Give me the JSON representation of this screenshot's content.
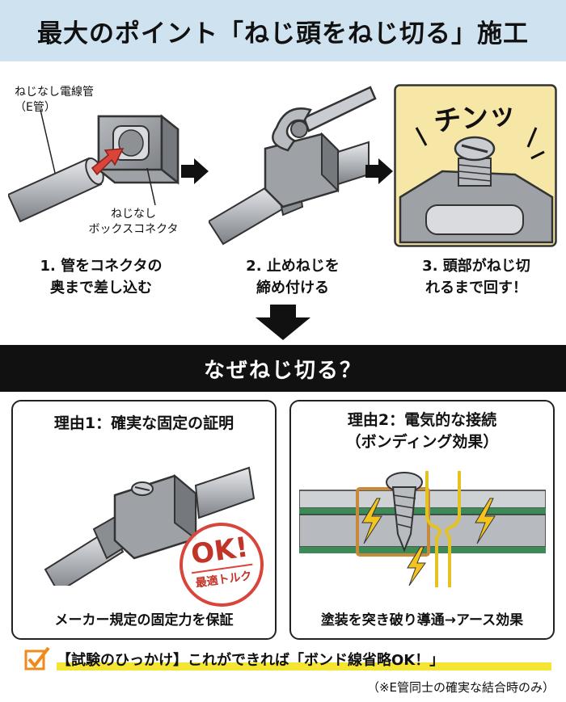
{
  "header": {
    "title": "最大のポイント「ねじ頭をねじ切る」施工"
  },
  "steps": [
    {
      "label_line1": "1. 管をコネクタの",
      "label_line2": "奥まで差し込む"
    },
    {
      "label_line1": "2. 止めねじを",
      "label_line2": "締め付ける"
    },
    {
      "label_line1": "3. 頭部がねじ切",
      "label_line2": "れるまで回す！"
    }
  ],
  "callouts": {
    "pipe_line1": "ねじなし電線管",
    "pipe_line2": "（E管）",
    "connector_line1": "ねじなし",
    "connector_line2": "ボックスコネクタ"
  },
  "sound_effect": "チンッ",
  "band": {
    "title": "なぜねじ切る？"
  },
  "reasons": [
    {
      "title_line1": "理由1：確実な固定の証明",
      "title_line2": "",
      "stamp_main": "OK!",
      "stamp_sub": "最適トルク",
      "caption": "メーカー規定の固定力を保証"
    },
    {
      "title_line1": "理由2：電気的な接続",
      "title_line2": "（ボンディング効果）",
      "caption": "塗装を突き破り導通→アース効果"
    }
  ],
  "footer": {
    "check_text": "【試験のひっかけ】これができれば「ボンド線省略OK！」",
    "note": "（※E管同士の確実な結合時のみ）"
  },
  "colors": {
    "header_bg": "#cfe2ef",
    "band_bg": "#111111",
    "accent_red": "#d9453a",
    "highlight": "#f5e533",
    "panel3_bg": "#f7e7a6",
    "check_orange": "#f08a1d"
  }
}
